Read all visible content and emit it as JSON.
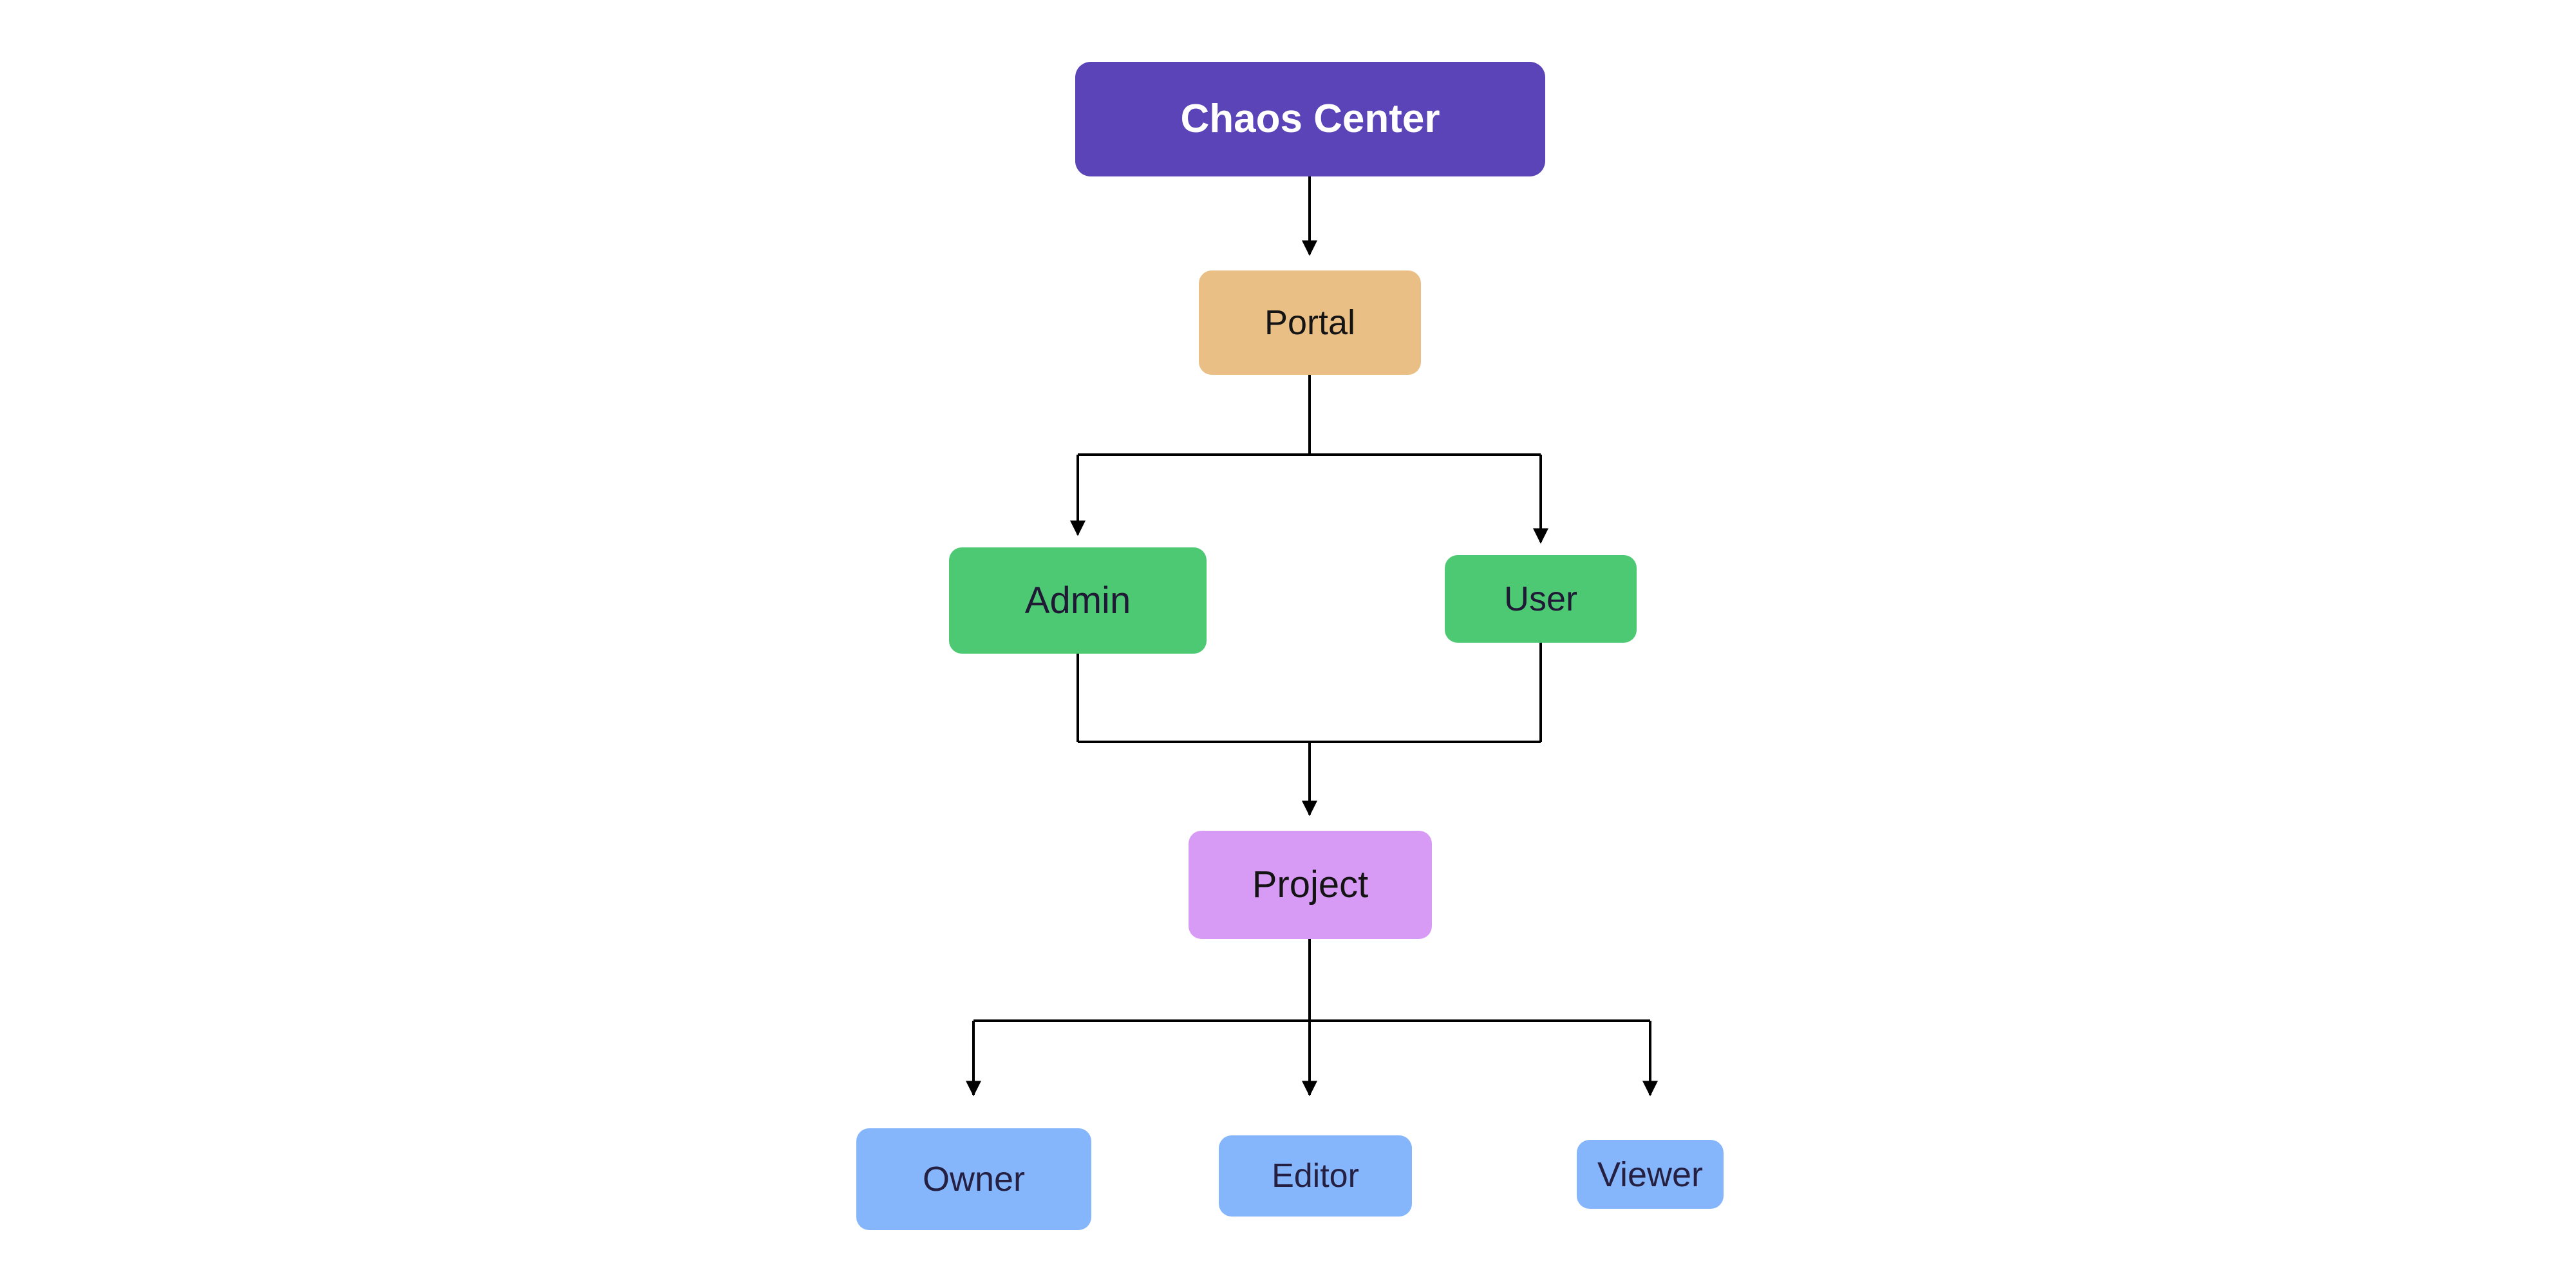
{
  "diagram": {
    "type": "flowchart",
    "direction": "top-down"
  },
  "nodes": {
    "chaos_center": {
      "label": "Chaos Center",
      "bg": "#5a44b8",
      "text_color": "#ffffff"
    },
    "portal": {
      "label": "Portal",
      "bg": "#eabf85",
      "text_color": "#141414"
    },
    "admin": {
      "label": "Admin",
      "bg": "#4ec973",
      "text_color": "#1f1936"
    },
    "user": {
      "label": "User",
      "bg": "#4ec973",
      "text_color": "#1f1936"
    },
    "project": {
      "label": "Project",
      "bg": "#d89bf5",
      "text_color": "#141414"
    },
    "owner": {
      "label": "Owner",
      "bg": "#85b5fb",
      "text_color": "#251f41"
    },
    "editor": {
      "label": "Editor",
      "bg": "#85b5fb",
      "text_color": "#251f41"
    },
    "viewer": {
      "label": "Viewer",
      "bg": "#85b5fb",
      "text_color": "#251f41"
    }
  },
  "edges": [
    {
      "from": "Chaos Center",
      "to": "Portal"
    },
    {
      "from": "Portal",
      "to": "Admin"
    },
    {
      "from": "Portal",
      "to": "User"
    },
    {
      "from": "Admin",
      "to": "Project"
    },
    {
      "from": "User",
      "to": "Project"
    },
    {
      "from": "Project",
      "to": "Owner"
    },
    {
      "from": "Project",
      "to": "Editor"
    },
    {
      "from": "Project",
      "to": "Viewer"
    }
  ],
  "colors": {
    "background": "#ffffff",
    "connector": "#000000"
  }
}
